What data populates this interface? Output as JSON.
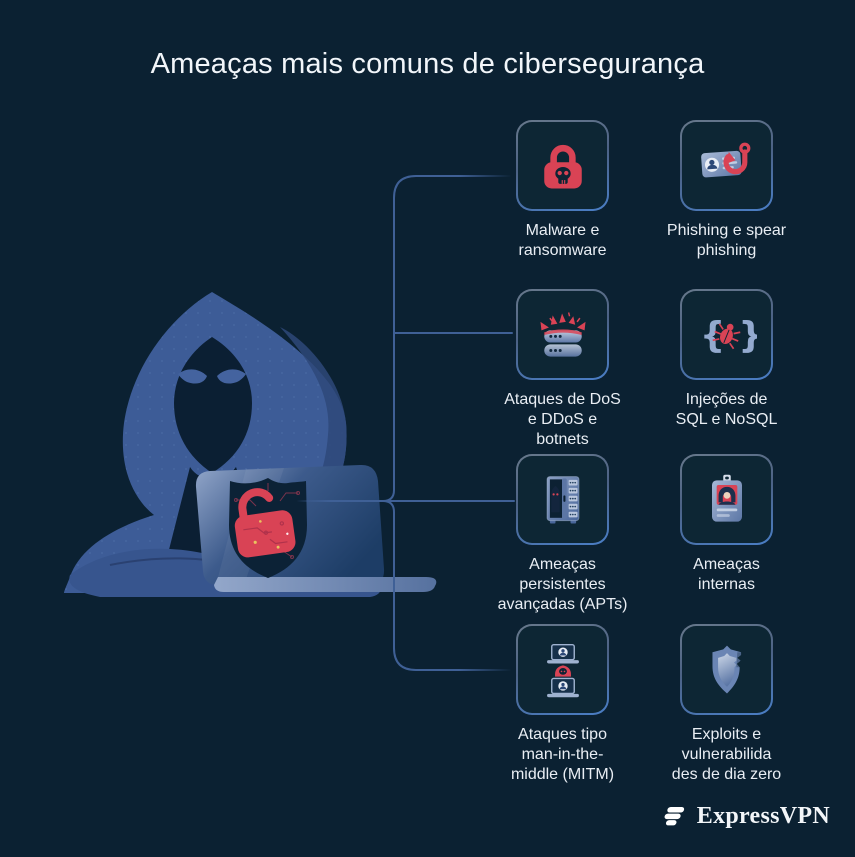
{
  "title": "Ameaças mais comuns de cibersegurança",
  "colors": {
    "background": "#0b2132",
    "card_background": "#0d2634",
    "accent_red": "#d94355",
    "connector_blue": "#3f6096",
    "hood_blue": "#3d5c97",
    "text": "#e9eef4"
  },
  "threats": [
    {
      "id": "malware",
      "icon": "lock-skull-icon",
      "label": "Malware e\nransomware"
    },
    {
      "id": "phishing",
      "icon": "phishing-hook-icon",
      "label": "Phishing e spear\nphishing"
    },
    {
      "id": "dos-ddos",
      "icon": "ddos-servers-icon",
      "label": "Ataques de DoS\ne DDoS e\nbotnets"
    },
    {
      "id": "sql-injection",
      "icon": "code-braces-bug-icon",
      "label": "Injeções de\nSQL e NoSQL"
    },
    {
      "id": "apt",
      "icon": "server-rack-intruder-icon",
      "label": "Ameaças\npersistentes\navançadas (APTs)"
    },
    {
      "id": "insider",
      "icon": "id-badge-icon",
      "label": "Ameaças\ninternas"
    },
    {
      "id": "mitm",
      "icon": "mitm-laptops-icon",
      "label": "Ataques tipo\nman-in-the-\nmiddle (MITM)"
    },
    {
      "id": "zero-day",
      "icon": "cracked-shield-icon",
      "label": "Exploits e\nvulnerabilida\ndes de dia zero"
    }
  ],
  "footer": {
    "brand": "ExpressVPN"
  }
}
